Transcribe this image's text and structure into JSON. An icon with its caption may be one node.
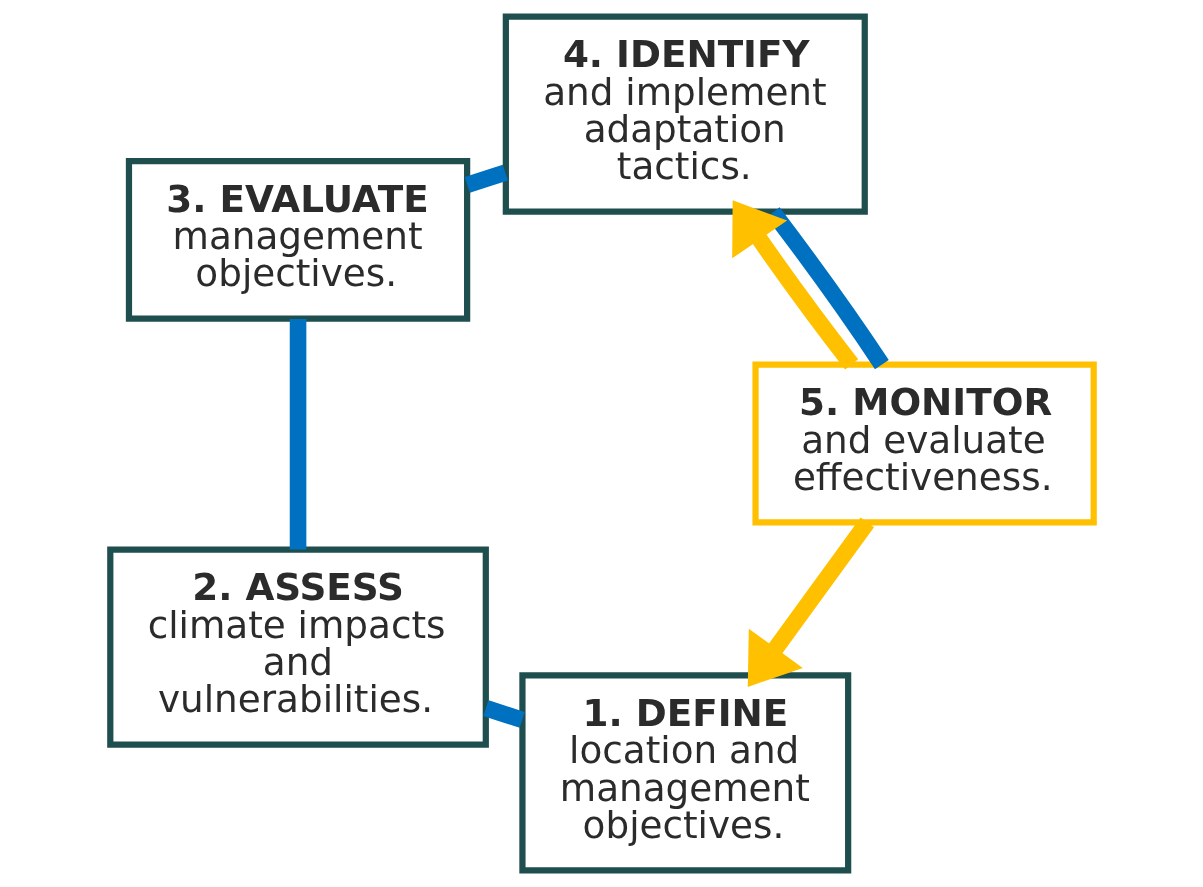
{
  "diagram": {
    "nodes": [
      {
        "text": [
          "1. DEFINE",
          "location and management objectives."
        ]
      },
      {
        "text": [
          "2. ASSESS",
          "climate impacts and vulnerabilities."
        ]
      },
      {
        "text": [
          "3. EVALUATE",
          "management objectives."
        ]
      },
      {
        "text": [
          "4. IDENTIFY",
          "and implement adaptation tactics."
        ]
      },
      {
        "text": [
          "5. MONITOR",
          "and evaluate effectiveness."
        ]
      }
    ],
    "edges": [
      {
        "from": 0,
        "to": 1,
        "arrow": "none"
      },
      {
        "from": 1,
        "to": 2,
        "arrow": "none"
      },
      {
        "from": 2,
        "to": 3,
        "arrow": "none"
      },
      {
        "from": 3,
        "to": 4,
        "arrow": "none"
      },
      {
        "from": 4,
        "to": 0,
        "arrow": "to",
        "color": "#ffc000"
      },
      {
        "from": 4,
        "to": 3,
        "arrow": "to",
        "color": "#ffc000"
      }
    ]
  }
}
